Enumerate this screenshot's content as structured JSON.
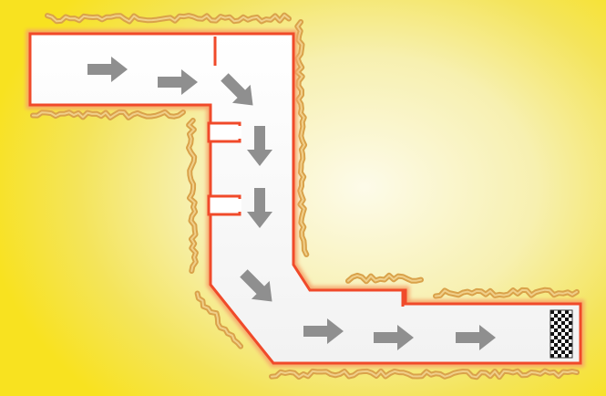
{
  "game": {
    "name": "track-maze-level",
    "colors": {
      "background_center": "#fdfbe9",
      "background_edge": "#f8e220",
      "track_fill": "#ffffff",
      "track_wall": "#f04a2a",
      "wall_glow": "#f8b070",
      "rubble": "#d9a24a",
      "arrow": "#8f8f8f",
      "finish_dark": "#111111",
      "finish_light": "#ffffff"
    },
    "icons": {
      "direction": "arrow-icon",
      "finish": "checkered-flag-icon",
      "hazard": "rubble-border"
    },
    "arrows": [
      {
        "name": "arrow-right-1",
        "angle": 0
      },
      {
        "name": "arrow-right-2",
        "angle": 0
      },
      {
        "name": "arrow-diag-1",
        "angle": 45
      },
      {
        "name": "arrow-down-1",
        "angle": 90
      },
      {
        "name": "arrow-down-2",
        "angle": 90
      },
      {
        "name": "arrow-diag-2",
        "angle": 45
      },
      {
        "name": "arrow-right-3",
        "angle": 0
      },
      {
        "name": "arrow-right-4",
        "angle": 0
      },
      {
        "name": "arrow-right-5",
        "angle": 0
      }
    ]
  }
}
